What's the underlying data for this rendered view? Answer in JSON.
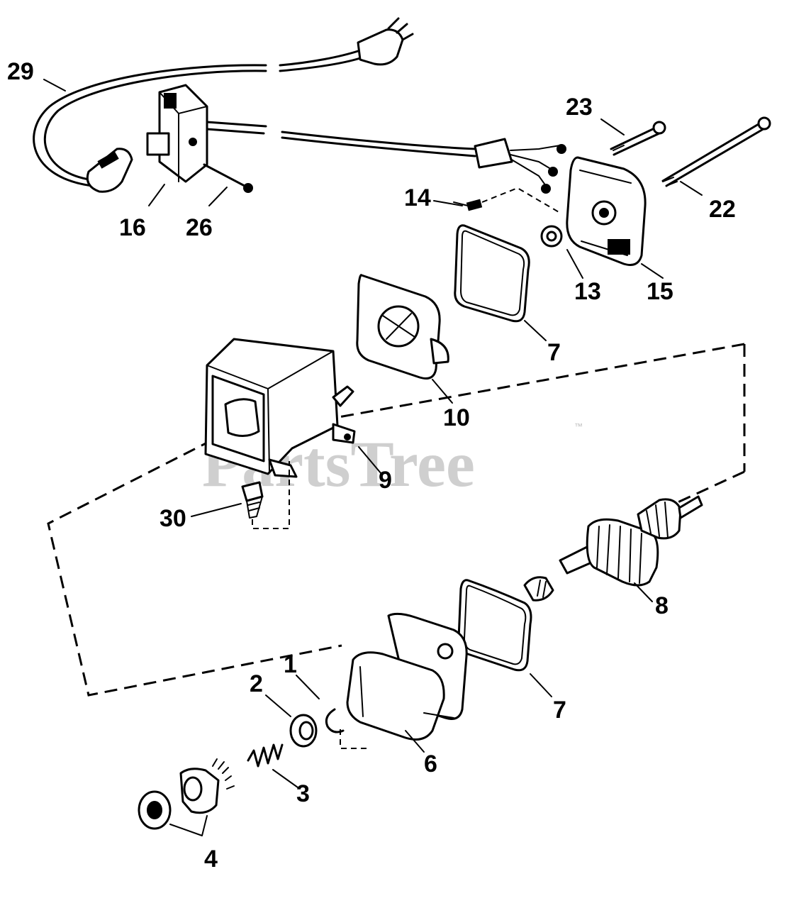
{
  "watermark": {
    "text": "PartsTree",
    "trademark": "™"
  },
  "callouts": {
    "c1": "1",
    "c2": "2",
    "c3": "3",
    "c4": "4",
    "c6": "6",
    "c7a": "7",
    "c7b": "7",
    "c8": "8",
    "c9": "9",
    "c10": "10",
    "c13": "13",
    "c14": "14",
    "c15": "15",
    "c16": "16",
    "c22": "22",
    "c23": "23",
    "c26": "26",
    "c29": "29",
    "c30": "30"
  }
}
